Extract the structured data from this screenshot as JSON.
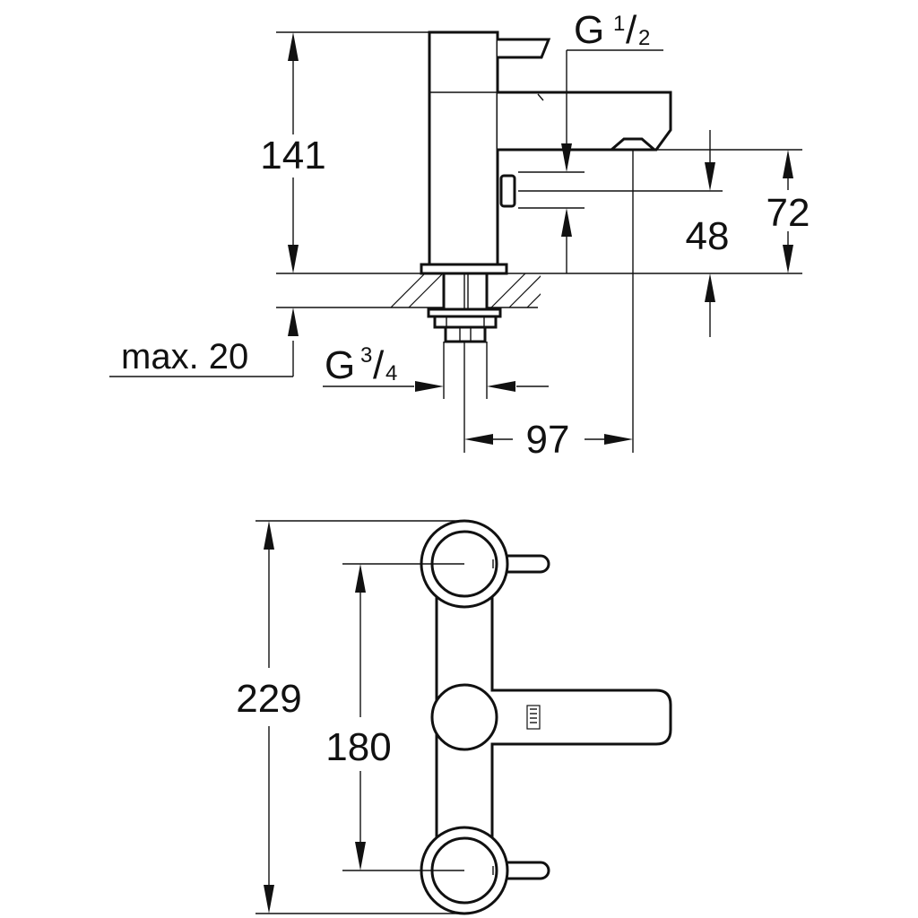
{
  "dimensions": {
    "height_total": "141",
    "inlet_thread_G": "G",
    "inlet_thread_num": "1",
    "inlet_thread_den": "2",
    "inlet_height": "48",
    "spout_height": "72",
    "max_counter": "max. 20",
    "outlet_thread_G": "G",
    "outlet_thread_num": "3",
    "outlet_thread_den": "4",
    "spout_projection": "97",
    "overall_width": "229",
    "center_distance": "180"
  },
  "colors": {
    "line": "#111111",
    "background": "#ffffff"
  }
}
